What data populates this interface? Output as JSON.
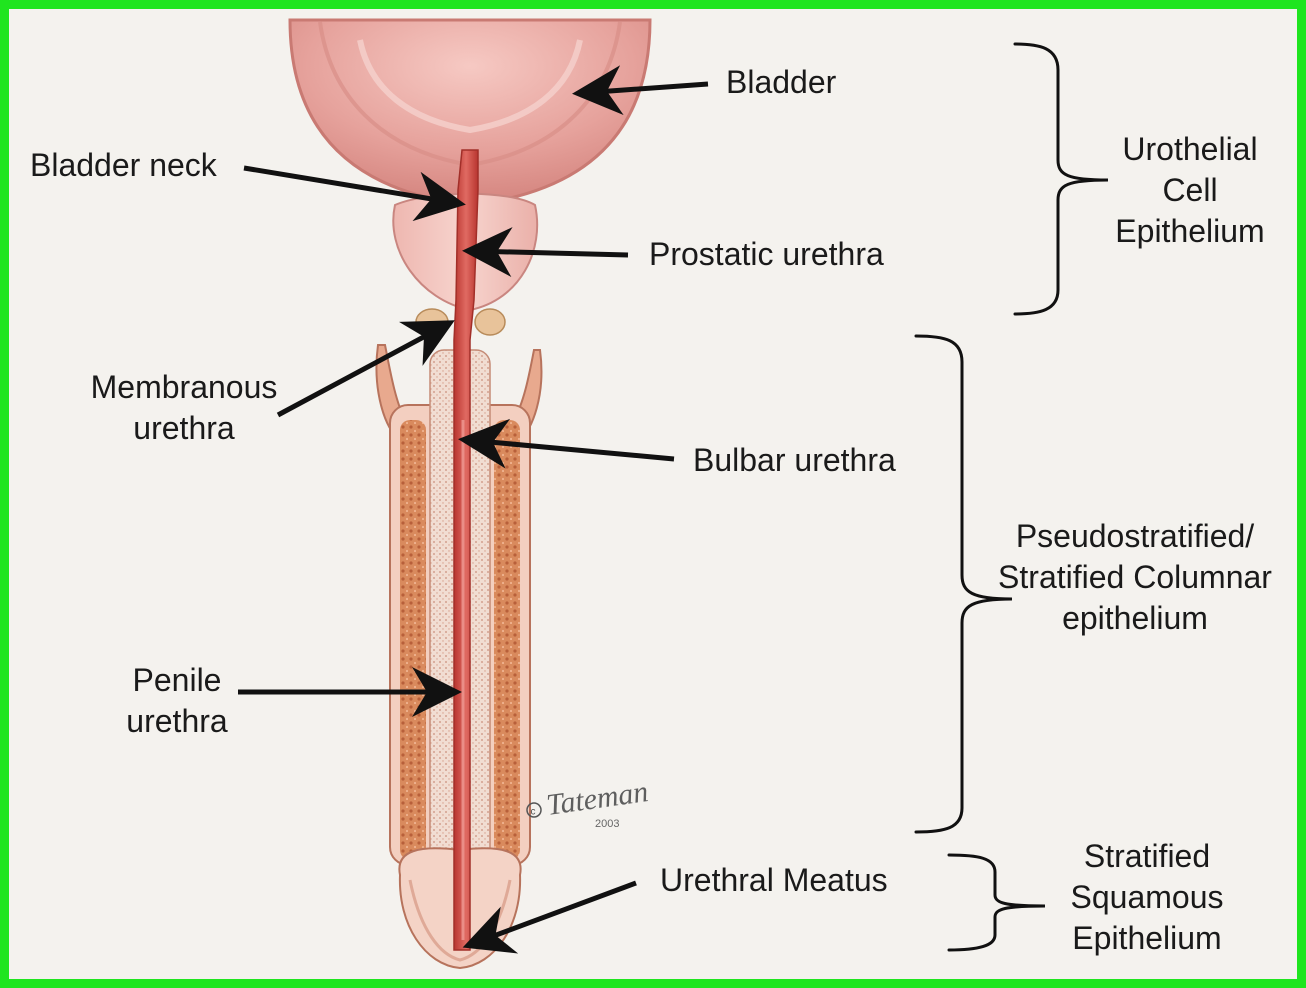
{
  "labels": {
    "bladder": "Bladder",
    "bladder_neck": "Bladder neck",
    "prostatic_urethra": "Prostatic urethra",
    "membranous_urethra": [
      "Membranous",
      "urethra"
    ],
    "bulbar_urethra": "Bulbar urethra",
    "penile_urethra": [
      "Penile",
      "urethra"
    ],
    "urethral_meatus": "Urethral Meatus"
  },
  "epithelium_groups": [
    {
      "lines": [
        "Urothelial",
        "Cell",
        "Epithelium"
      ]
    },
    {
      "lines": [
        "Pseudostratified/",
        "Stratified Columnar",
        "epithelium"
      ]
    },
    {
      "lines": [
        "Stratified",
        "Squamous",
        "Epithelium"
      ]
    }
  ],
  "signature": {
    "name": "Tateman",
    "year": "2003"
  },
  "colors": {
    "frame_border": "#1fe51f",
    "background": "#f4f2ee",
    "tissue_pink": "#e9a5a0",
    "urethra_red": "#c9453f",
    "corpus_orange": "#d9835a"
  }
}
